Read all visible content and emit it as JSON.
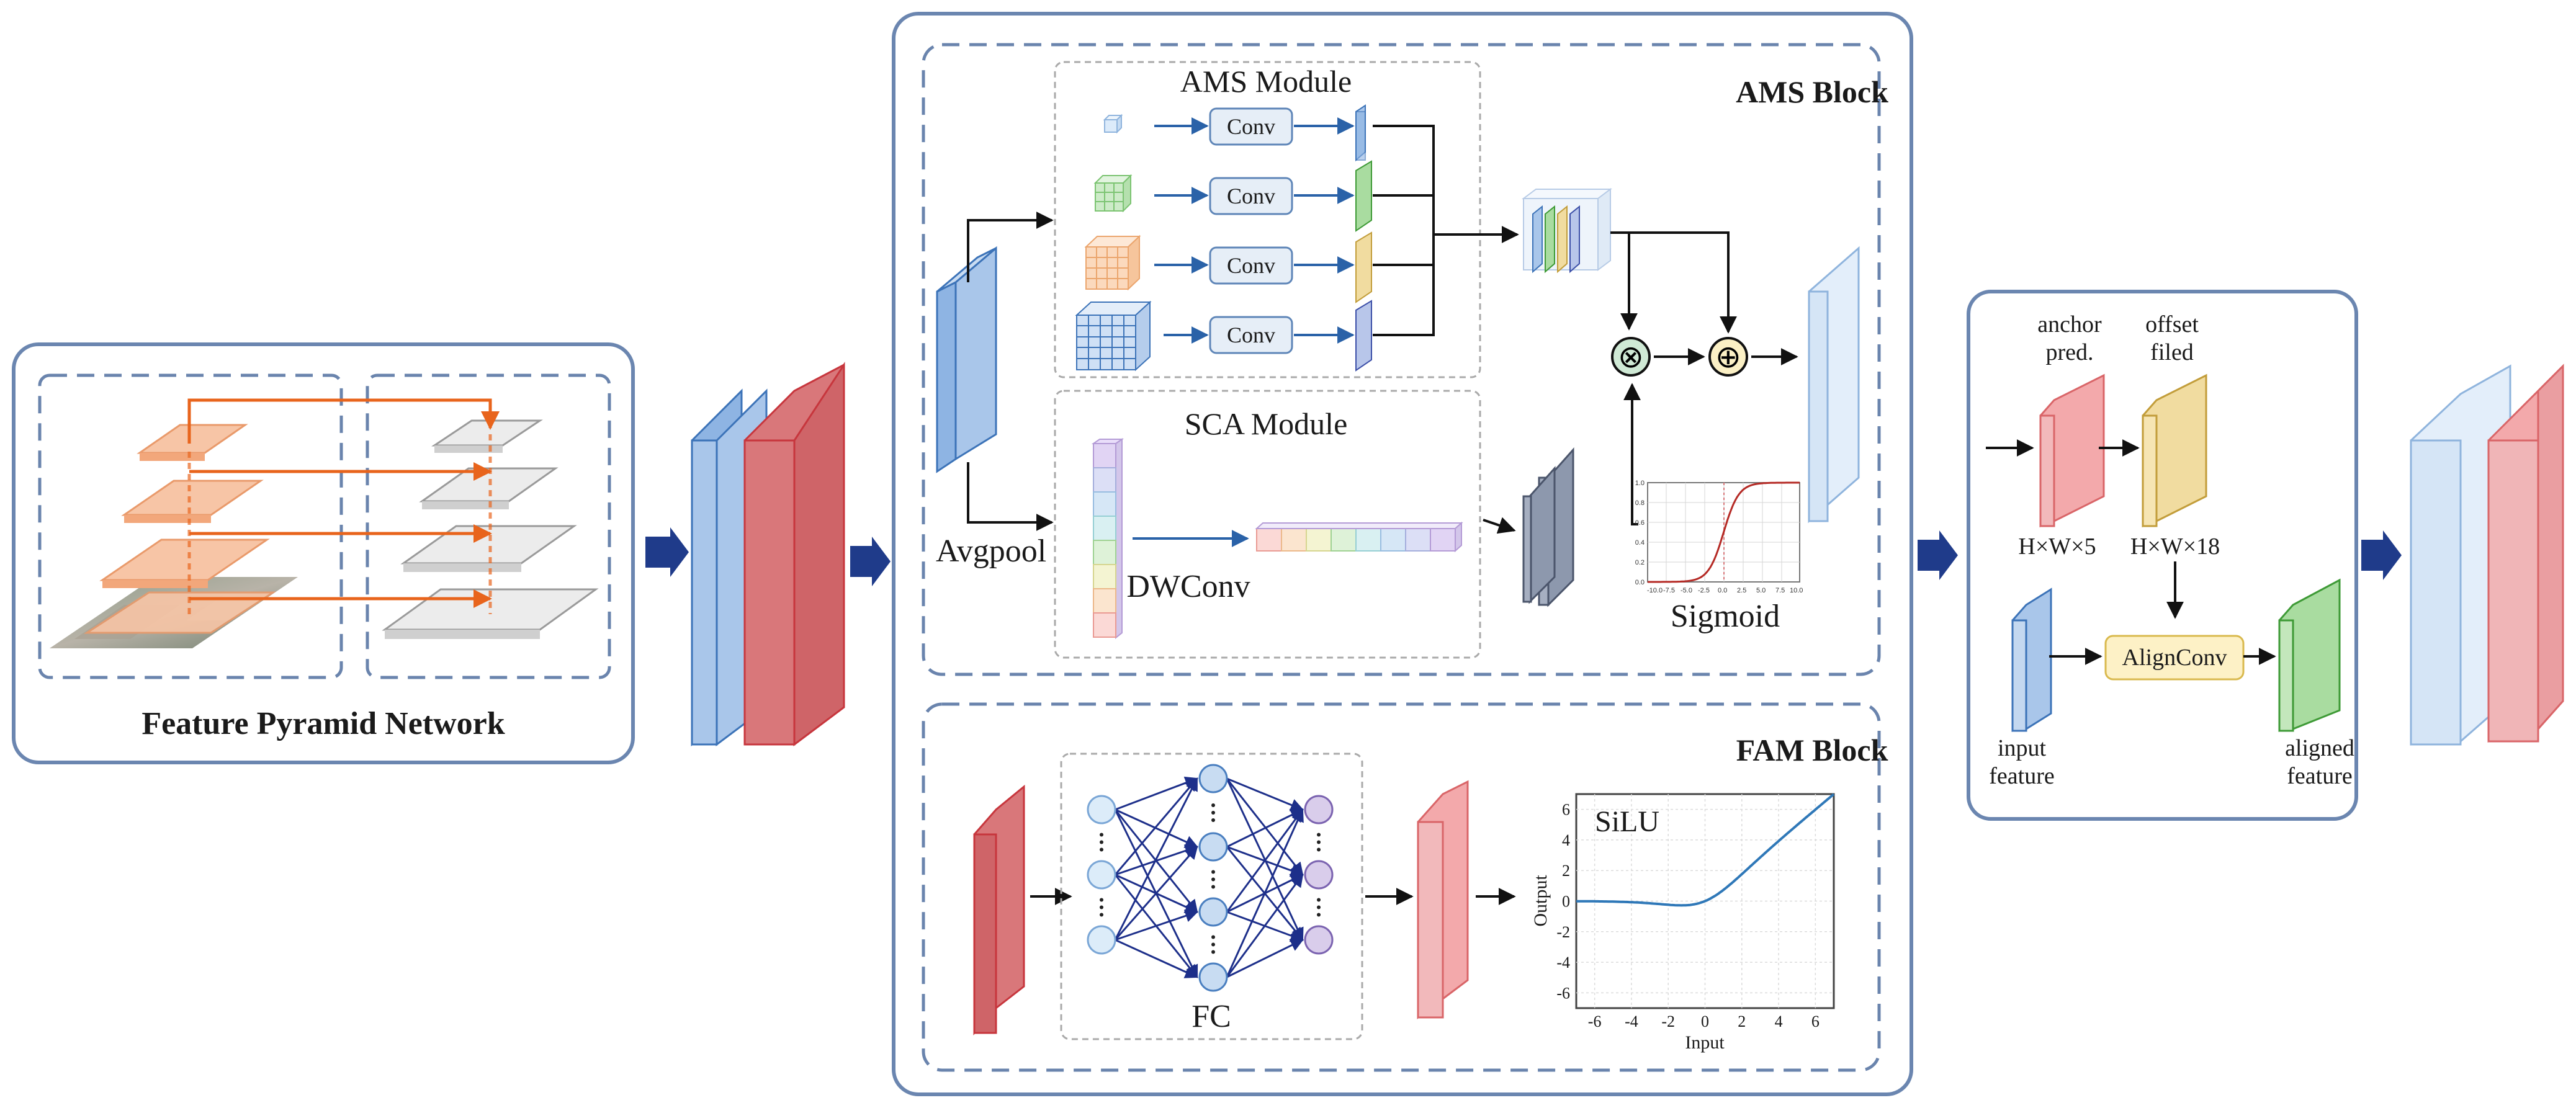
{
  "colors": {
    "panel_border": "#6b86b0",
    "dashed_border": "#6a84ad",
    "fpn_orange": "#f5b38d",
    "fpn_arrow": "#e8641c",
    "blue_feature": "#a9c6ea",
    "red_feature": "#d9777a",
    "pink_feature": "#f3a9ab",
    "yellow_feature": "#f1dca0",
    "green_feature": "#a9dca0",
    "conv_box": "#e6eef7",
    "align_box": "#fdf1c6",
    "flow_arrow": "#1f3b8a"
  },
  "fpn": {
    "title": "Feature Pyramid Network"
  },
  "ams_block": {
    "title": "AMS Block",
    "ams_module": {
      "title": "AMS Module",
      "conv_labels": [
        "Conv",
        "Conv",
        "Conv",
        "Conv"
      ]
    },
    "sca_module": {
      "title": "SCA Module",
      "avgpool_label": "Avgpool",
      "dwconv_label": "DWConv"
    },
    "sigmoid_label": "Sigmoid",
    "sigmoid_ticks_x": [
      "-10.0",
      "-7.5",
      "-5.0",
      "-2.5",
      "0.0",
      "2.5",
      "5.0",
      "7.5",
      "10.0"
    ],
    "sigmoid_ticks_y": [
      "1.0",
      "0.8",
      "0.6",
      "0.4",
      "0.2",
      "0.0"
    ],
    "multiply_symbol": "⊗",
    "add_symbol": "⊕"
  },
  "fam_block": {
    "title": "FAM Block",
    "fc_label": "FC",
    "silu_plot": {
      "title": "SiLU",
      "xlabel": "Input",
      "ylabel": "Output",
      "xticks": [
        "-6",
        "-4",
        "-2",
        "0",
        "2",
        "4",
        "6"
      ],
      "yticks": [
        "6",
        "4",
        "2",
        "0",
        "-2",
        "-4",
        "-6"
      ],
      "xlim": [
        -7,
        7
      ],
      "ylim": [
        -7,
        7
      ]
    }
  },
  "align_panel": {
    "anchor_label_1": "anchor",
    "anchor_label_2": "pred.",
    "offset_label_1": "offset",
    "offset_label_2": "filed",
    "anchor_shape": "H×W×5",
    "offset_shape": "H×W×18",
    "alignconv_label": "AlignConv",
    "input_label_1": "input",
    "input_label_2": "feature",
    "aligned_label_1": "aligned",
    "aligned_label_2": "feature"
  }
}
